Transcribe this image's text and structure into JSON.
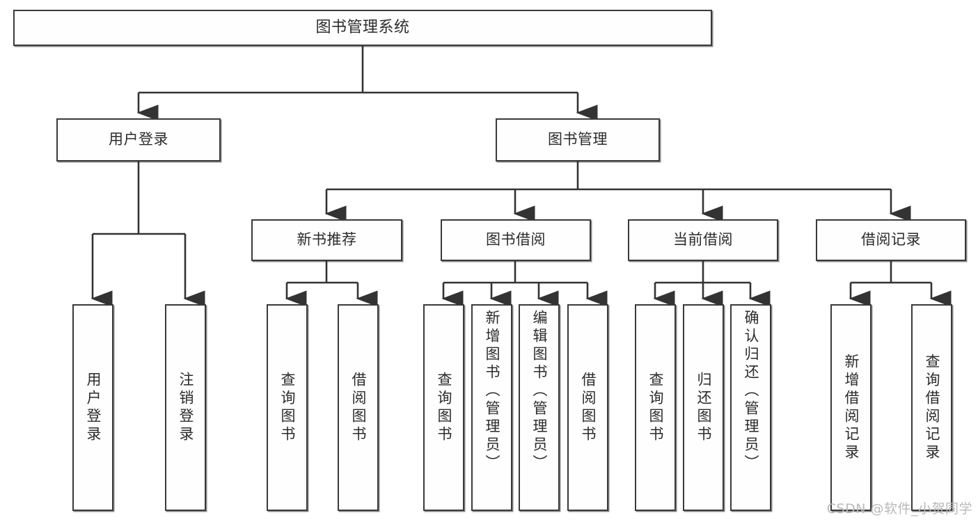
{
  "diagram": {
    "type": "tree",
    "title": "图书管理系统",
    "watermark": "CSDN @软件_小贺同学",
    "colors": {
      "node_border": "#3a3a3a",
      "node_fill": "#fefefe",
      "edge": "#333333",
      "text": "#2b2b2b",
      "watermark": "#b9b9b9",
      "background": "#ffffff"
    },
    "levels": {
      "root": {
        "label": "图书管理系统"
      },
      "level2": [
        {
          "id": "user-login",
          "label": "用户登录"
        },
        {
          "id": "book-manage",
          "label": "图书管理"
        }
      ],
      "level3": [
        {
          "id": "new-book-rec",
          "label": "新书推荐",
          "parent": "book-manage"
        },
        {
          "id": "book-borrow",
          "label": "图书借阅",
          "parent": "book-manage"
        },
        {
          "id": "current-borrow",
          "label": "当前借阅",
          "parent": "book-manage"
        },
        {
          "id": "borrow-record",
          "label": "借阅记录",
          "parent": "book-manage"
        }
      ],
      "leaves": [
        {
          "id": "leaf-user-login",
          "label": "用户登录",
          "parent": "user-login"
        },
        {
          "id": "leaf-user-logout",
          "label": "注销登录",
          "parent": "user-login"
        },
        {
          "id": "leaf-query-book-1",
          "label": "查询图书",
          "parent": "new-book-rec"
        },
        {
          "id": "leaf-borrow-book-1",
          "label": "借阅图书",
          "parent": "new-book-rec"
        },
        {
          "id": "leaf-query-book-2",
          "label": "查询图书",
          "parent": "book-borrow"
        },
        {
          "id": "leaf-add-book",
          "label": "新增图书（管理员）",
          "parent": "book-borrow"
        },
        {
          "id": "leaf-edit-book",
          "label": "编辑图书（管理员）",
          "parent": "book-borrow"
        },
        {
          "id": "leaf-borrow-book-2",
          "label": "借阅图书",
          "parent": "book-borrow"
        },
        {
          "id": "leaf-query-book-3",
          "label": "查询图书",
          "parent": "current-borrow"
        },
        {
          "id": "leaf-return-book",
          "label": "归还图书",
          "parent": "current-borrow"
        },
        {
          "id": "leaf-confirm-return",
          "label": "确认归还（管理员）",
          "parent": "current-borrow"
        },
        {
          "id": "leaf-add-record",
          "label": "新增借阅记录",
          "parent": "borrow-record"
        },
        {
          "id": "leaf-query-record",
          "label": "查询借阅记录",
          "parent": "borrow-record"
        }
      ]
    }
  }
}
